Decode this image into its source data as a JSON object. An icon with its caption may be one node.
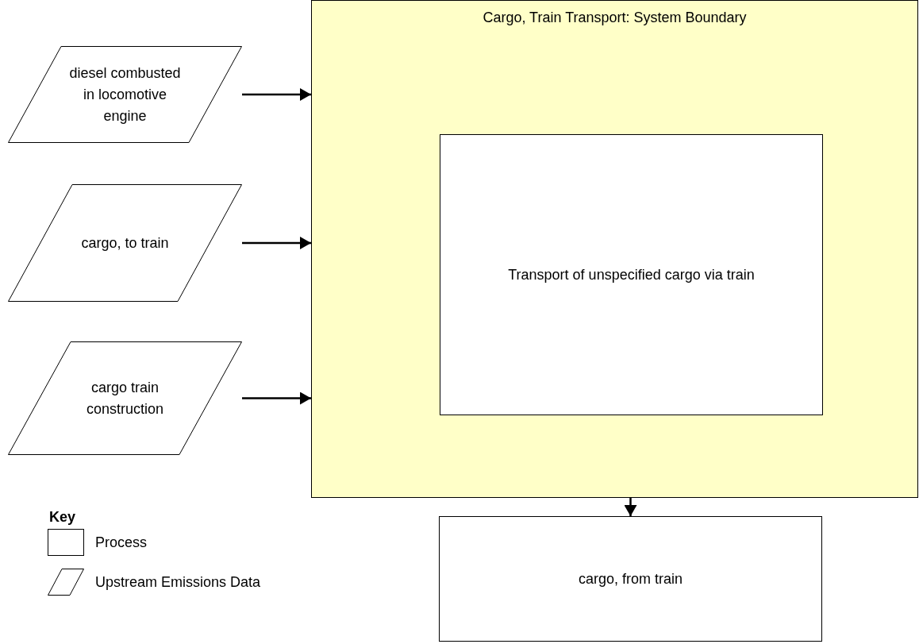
{
  "diagram": {
    "nodes": [
      {
        "text": [
          "Cargo, Train Transport: System Boundary"
        ]
      },
      {
        "text": [
          "Transport of unspecified cargo via train"
        ],
        "in": 0
      },
      {
        "text": [
          "diesel combusted in locomotive engine"
        ]
      },
      {
        "text": [
          "cargo, to train"
        ]
      },
      {
        "text": [
          "cargo train construction"
        ]
      },
      {
        "text": [
          "cargo, from train"
        ]
      }
    ],
    "edges": [
      {
        "from": 2,
        "to": 0,
        "arrow": "to"
      },
      {
        "from": 3,
        "to": 0,
        "arrow": "to"
      },
      {
        "from": 4,
        "to": 0,
        "arrow": "to"
      },
      {
        "from": 0,
        "to": 5,
        "arrow": "to"
      }
    ],
    "labels": [
      "Key"
    ],
    "legend": [
      {
        "text": "Process"
      },
      {
        "text": "Upstream Emissions Data"
      }
    ]
  }
}
